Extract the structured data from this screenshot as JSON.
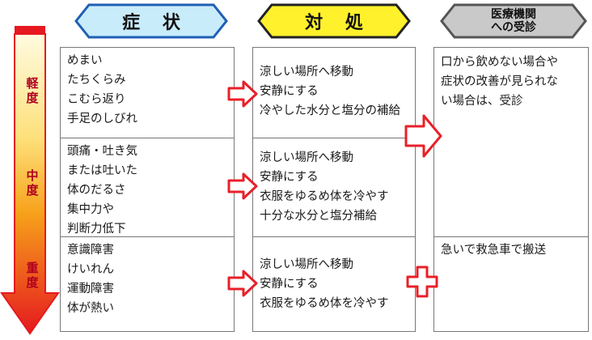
{
  "headers": {
    "symptoms": "症 状",
    "response": "対 処",
    "medical_line1": "医療機関",
    "medical_line2": "への受診"
  },
  "severity": {
    "mild": [
      "軽",
      "度"
    ],
    "moderate": [
      "中",
      "度"
    ],
    "severe": [
      "重",
      "度"
    ]
  },
  "symptoms": {
    "mild": [
      "めまい",
      "たちくらみ",
      "こむら返り",
      "手足のしびれ"
    ],
    "moderate": [
      "頭痛・吐き気",
      "または吐いた",
      "体のだるさ",
      "集中力や",
      "判断力低下"
    ],
    "severe": [
      "意識障害",
      "けいれん",
      "運動障害",
      "体が熱い"
    ]
  },
  "response": {
    "mild": [
      "涼しい場所へ移動",
      "安静にする",
      "冷やした水分と塩分の補給"
    ],
    "moderate": [
      "涼しい場所へ移動",
      "安静にする",
      "衣服をゆるめ体を冷やす",
      "十分な水分と塩分補給"
    ],
    "severe": [
      "涼しい場所へ移動",
      "安静にする",
      "衣服をゆるめ体を冷やす"
    ]
  },
  "medical": {
    "mild_moderate": [
      "口から飲めない場合や",
      "症状の改善が見られな",
      "い場合は、受診"
    ],
    "severe": [
      "急いで救急車で搬送"
    ]
  },
  "colors": {
    "symptoms_header_fill": "#c9ecfb",
    "symptoms_header_stroke": "#1f5fb5",
    "response_header_fill": "#fff12b",
    "response_header_stroke": "#222222",
    "medical_header_fill": "#c9c9c9",
    "medical_header_stroke": "#555555",
    "arrow_red": "#e8202a",
    "gradient_top": "#fffbe0",
    "gradient_mid": "#f7a11a",
    "gradient_bottom": "#e5191f"
  }
}
